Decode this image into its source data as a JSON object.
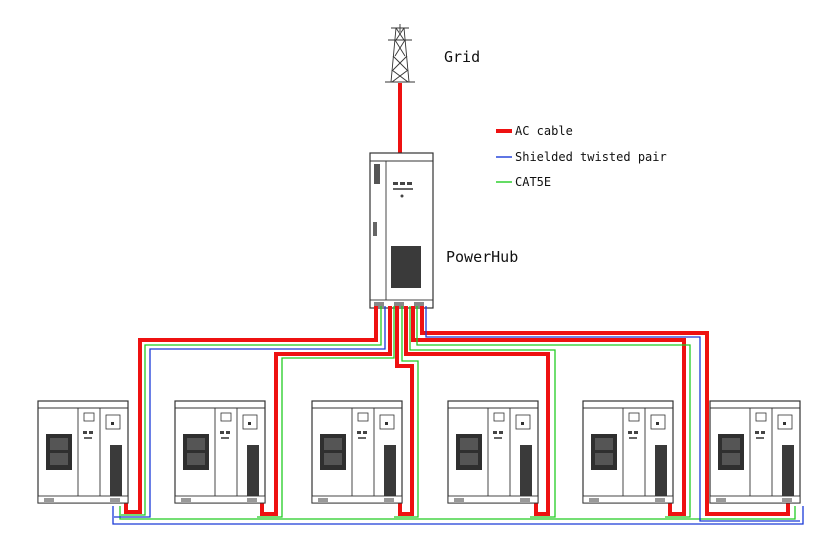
{
  "labels": {
    "grid": "Grid",
    "hub": "PowerHub"
  },
  "legend": {
    "items": [
      {
        "label": "AC cable",
        "color": "#ee1111",
        "weight": "thick"
      },
      {
        "label": "Shielded twisted pair",
        "color": "#1a3ad8",
        "weight": "thin"
      },
      {
        "label": "CAT5E",
        "color": "#22cc22",
        "weight": "thin"
      }
    ]
  },
  "colors": {
    "ac": "#ee1111",
    "stp": "#1a3ad8",
    "cat5e": "#22cc22",
    "outline": "#333333"
  },
  "charger_count": 6
}
